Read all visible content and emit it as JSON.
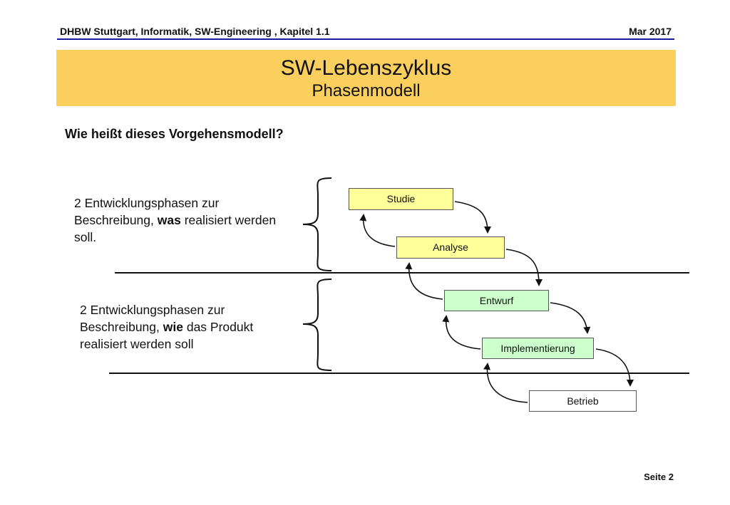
{
  "header": {
    "left": "DHBW Stuttgart, Informatik, SW-Engineering , Kapitel 1.1",
    "right": "Mar 2017"
  },
  "title": {
    "main": "SW-Lebenszyklus",
    "sub": "Phasenmodell"
  },
  "question": "Wie heißt dieses Vorgehensmodell?",
  "group1": {
    "pre": "2 Entwicklungsphasen zur Beschreibung, ",
    "bold": "was",
    "post": " realisiert werden soll."
  },
  "group2": {
    "pre": "2 Entwicklungsphasen zur Beschreibung, ",
    "bold": "wie",
    "post": " das Produkt realisiert werden soll"
  },
  "phases": {
    "studie": "Studie",
    "analyse": "Analyse",
    "entwurf": "Entwurf",
    "implementierung": "Implementierung",
    "betrieb": "Betrieb"
  },
  "colors": {
    "title_bg": "#fbcf5e",
    "spec_phase": "#ffff99",
    "design_phase": "#ccffcc",
    "operation_phase": "#ffffff",
    "header_rule": "#1a1a9a"
  },
  "footer": {
    "page": "Seite 2"
  }
}
